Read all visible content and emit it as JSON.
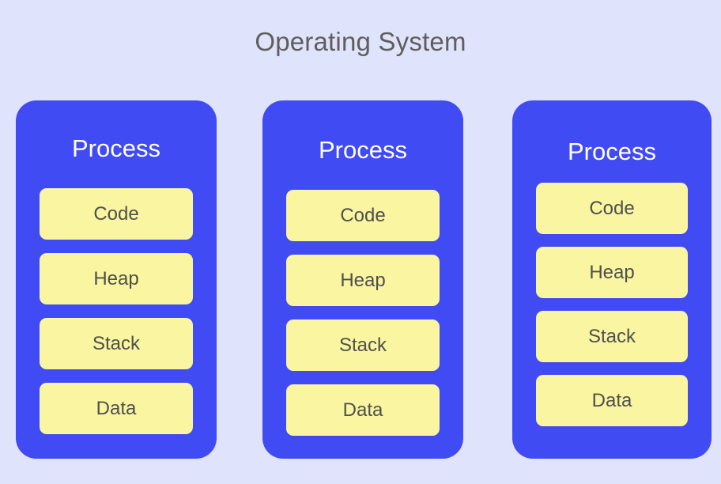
{
  "diagram": {
    "title": "Operating System",
    "background_color": "#dfe3fb",
    "title_color": "#5d5f5b",
    "process_color": "#414bf4",
    "segment_color": "#faf5a0",
    "segment_text_color": "#4f4f4d",
    "process_text_color": "#ffffff",
    "processes": [
      {
        "label": "Process",
        "segments": [
          {
            "label": "Code"
          },
          {
            "label": "Heap"
          },
          {
            "label": "Stack"
          },
          {
            "label": "Data"
          }
        ]
      },
      {
        "label": "Process",
        "segments": [
          {
            "label": "Code"
          },
          {
            "label": "Heap"
          },
          {
            "label": "Stack"
          },
          {
            "label": "Data"
          }
        ]
      },
      {
        "label": "Process",
        "segments": [
          {
            "label": "Code"
          },
          {
            "label": "Heap"
          },
          {
            "label": "Stack"
          },
          {
            "label": "Data"
          }
        ]
      }
    ]
  }
}
